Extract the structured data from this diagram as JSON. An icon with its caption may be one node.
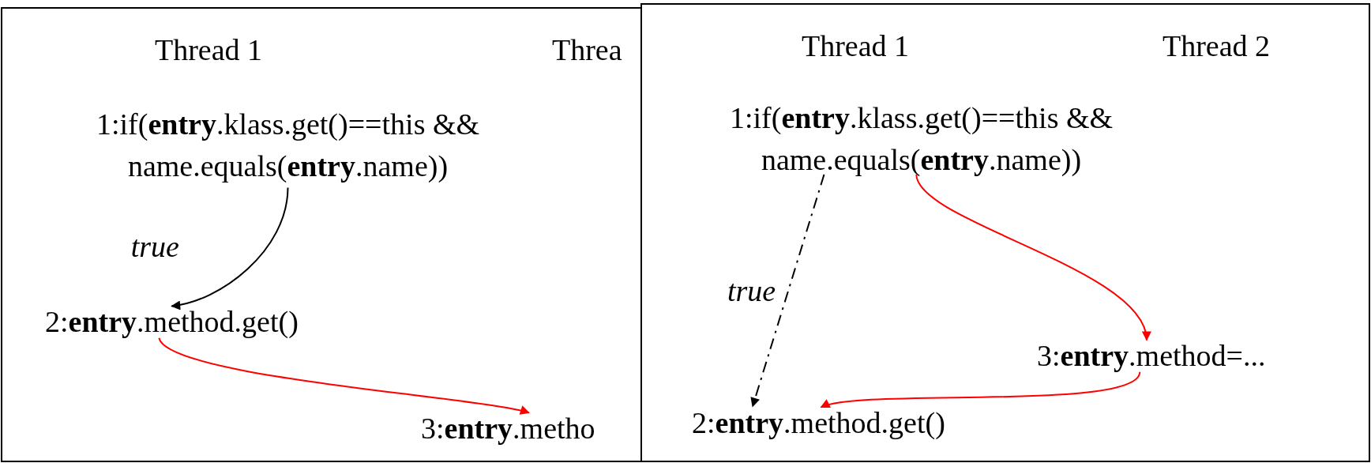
{
  "diagram": {
    "nodes": [
      {
        "text": [],
        "shape": "box"
      },
      {
        "text": [
          "1:if(**entry**.klass.get()==this && name.equals(**entry**.name))"
        ],
        "in": 0
      },
      {
        "text": [
          "2:**entry**.method.get()"
        ],
        "in": 0
      },
      {
        "text": [
          "3:**entry**.metho"
        ],
        "in": 0
      },
      {
        "text": [],
        "shape": "box"
      },
      {
        "text": [
          "1:if(**entry**.klass.get()==this && name.equals(**entry**.name))"
        ],
        "in": 4
      },
      {
        "text": [
          "3:**entry**.method=..."
        ],
        "in": 4
      },
      {
        "text": [
          "2:**entry**.method.get()"
        ],
        "in": 4
      }
    ],
    "edges": [
      {
        "from": 1,
        "to": 2,
        "arrow": "to",
        "label": "true",
        "color": "#000000"
      },
      {
        "from": 2,
        "to": 3,
        "arrow": "to"
      },
      {
        "from": 5,
        "to": 7,
        "arrow": "to",
        "label": "true",
        "style": "dashed",
        "color": "#000000"
      },
      {
        "from": 5,
        "to": 6,
        "arrow": "to"
      },
      {
        "from": 6,
        "to": 7,
        "arrow": "to"
      }
    ],
    "labels": [
      "Thread 1",
      "Threa",
      "Thread 1",
      "Thread 2"
    ]
  }
}
